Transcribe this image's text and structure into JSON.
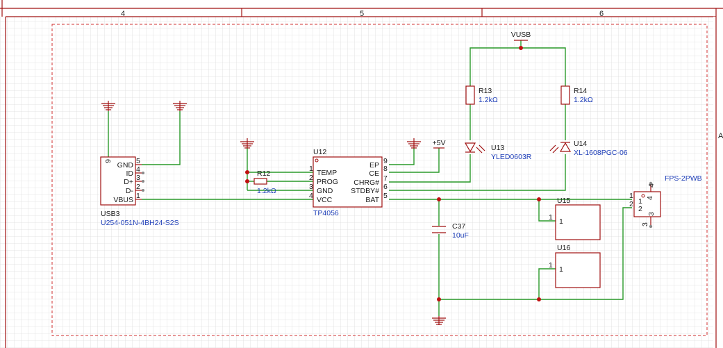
{
  "frame": {
    "columns": [
      "4",
      "5",
      "6"
    ],
    "row_label": "A"
  },
  "usb3": {
    "ref": "USB3",
    "value": "U254-051N-4BH24-S2S",
    "pins": [
      {
        "num": "5",
        "name": "GND"
      },
      {
        "num": "4",
        "name": "ID"
      },
      {
        "num": "3",
        "name": "D+"
      },
      {
        "num": "2",
        "name": "D-"
      },
      {
        "num": "1",
        "name": "VBUS"
      }
    ],
    "shield_pin": "6"
  },
  "r12": {
    "ref": "R12",
    "value": "1.2kΩ"
  },
  "u12": {
    "ref": "U12",
    "value": "TP4056",
    "left_pins": [
      {
        "num": "1",
        "name": "TEMP"
      },
      {
        "num": "2",
        "name": "PROG"
      },
      {
        "num": "3",
        "name": "GND"
      },
      {
        "num": "4",
        "name": "VCC"
      }
    ],
    "right_pins": [
      {
        "num": "9",
        "name": "EP"
      },
      {
        "num": "8",
        "name": "CE"
      },
      {
        "num": "7",
        "name": "CHRG#"
      },
      {
        "num": "6",
        "name": "STDBY#"
      },
      {
        "num": "5",
        "name": "BAT"
      }
    ]
  },
  "plus5v": {
    "label": "+5V"
  },
  "vusb": {
    "label": "VUSB"
  },
  "r13": {
    "ref": "R13",
    "value": "1.2kΩ"
  },
  "r14": {
    "ref": "R14",
    "value": "1.2kΩ"
  },
  "u13": {
    "ref": "U13",
    "value": "YLED0603R"
  },
  "u14": {
    "ref": "U14",
    "value": "XL-1608PGC-06"
  },
  "c37": {
    "ref": "C37",
    "value": "10uF"
  },
  "u15": {
    "ref": "U15",
    "pin": "1",
    "inner": "1"
  },
  "u16": {
    "ref": "U16",
    "pin": "1",
    "inner": "1"
  },
  "switch": {
    "overlap_text": "FPS-2PWB",
    "pins": [
      "1",
      "2",
      "4",
      "3"
    ]
  }
}
